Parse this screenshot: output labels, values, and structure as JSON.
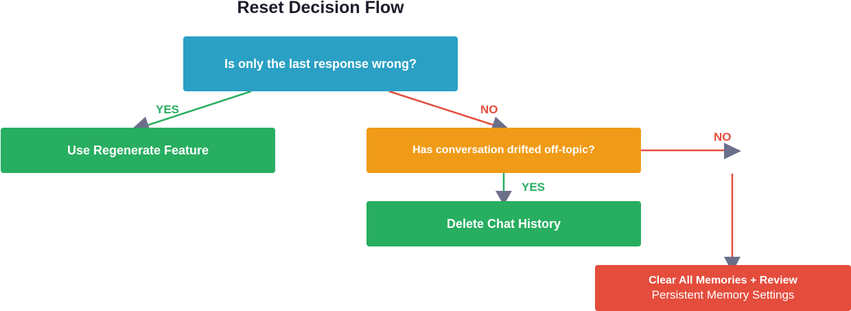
{
  "diagram": {
    "title": "Reset Decision Flow",
    "nodes": {
      "question_last_response": "Is only the last response wrong?",
      "regenerate": "Use Regenerate Feature",
      "question_drift": "Has conversation drifted off-topic?",
      "delete_history": "Delete Chat History",
      "clear_memories_line1": "Clear All Memories + Review",
      "clear_memories_line2": "Persistent Memory Settings"
    },
    "edges": {
      "q1_yes": "YES",
      "q1_no": "NO",
      "q2_yes": "YES",
      "q2_no": "NO"
    },
    "colors": {
      "question_blue": "#2ba0c5",
      "action_green": "#27ae60",
      "question_orange": "#f09b17",
      "final_red": "#e44c3c",
      "arrowhead": "#6b6f8a"
    }
  }
}
